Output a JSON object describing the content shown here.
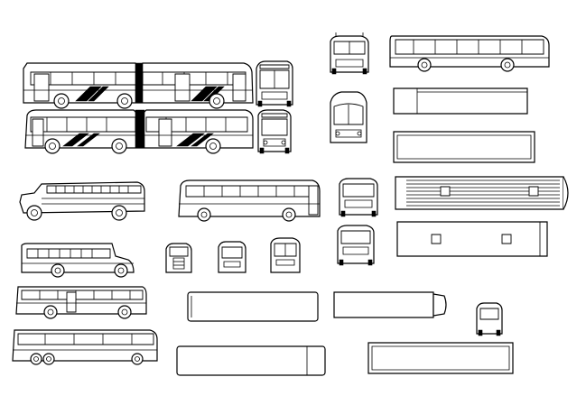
{
  "drawing": {
    "title": "",
    "background": "#ffffff",
    "line_color": "#000000"
  },
  "views": [
    {
      "name": "articulated-bus-side-view-1"
    },
    {
      "name": "articulated-bus-side-view-2"
    },
    {
      "name": "city-bus-front-view-1"
    },
    {
      "name": "city-bus-front-view-2"
    },
    {
      "name": "coach-front-view-1"
    },
    {
      "name": "coach-front-view-2"
    },
    {
      "name": "city-bus-side-view"
    },
    {
      "name": "bus-roof-plan-1"
    },
    {
      "name": "bus-roof-plan-2"
    },
    {
      "name": "vintage-bus-side-view"
    },
    {
      "name": "intercity-coach-side-view"
    },
    {
      "name": "bus-front-view-3"
    },
    {
      "name": "bus-roof-plan-3"
    },
    {
      "name": "bus-roof-plan-4"
    },
    {
      "name": "bus-rear-view"
    },
    {
      "name": "school-bus-side-view"
    },
    {
      "name": "school-bus-front-view"
    },
    {
      "name": "bus-front-view-4"
    },
    {
      "name": "bus-front-view-5"
    },
    {
      "name": "transit-bus-side-view"
    },
    {
      "name": "bus-roof-plan-5"
    },
    {
      "name": "school-bus-roof-plan"
    },
    {
      "name": "minibus-front-view"
    },
    {
      "name": "tri-axle-coach-side-view"
    },
    {
      "name": "bus-roof-plan-6"
    },
    {
      "name": "bus-roof-plan-7"
    }
  ]
}
